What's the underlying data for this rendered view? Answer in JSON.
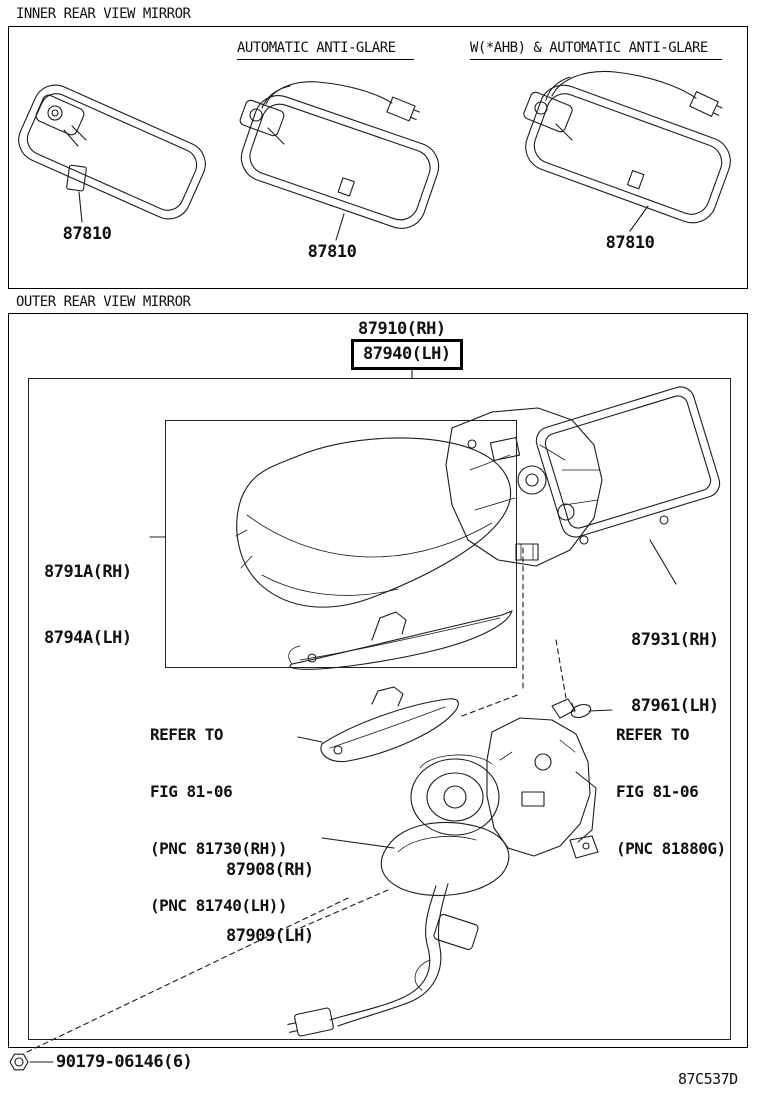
{
  "page": {
    "footer_code": "87C537D"
  },
  "inner": {
    "title": "INNER REAR VIEW MIRROR",
    "variant2_label": "AUTOMATIC ANTI-GLARE",
    "variant3_label": "W(*AHB) & AUTOMATIC ANTI-GLARE",
    "part1": "87810",
    "part2": "87810",
    "part3": "87810"
  },
  "outer": {
    "title": "OUTER REAR VIEW MIRROR",
    "part_rh": "87910(RH)",
    "part_lh": "87940(LH)",
    "cover_rh": "8791A(RH)",
    "cover_lh": "8794A(LH)",
    "glass_rh": "87931(RH)",
    "glass_lh": "87961(LH)",
    "refer_left_1": "REFER TO",
    "refer_left_2": "FIG 81-06",
    "refer_left_3": "(PNC 81730(RH))",
    "refer_left_4": "(PNC 81740(LH))",
    "refer_right_1": "REFER TO",
    "refer_right_2": "FIG 81-06",
    "refer_right_3": "(PNC 81880G)",
    "actuator_rh": "87908(RH)",
    "actuator_lh": "87909(LH)",
    "nut_part": "90179-06146(6)"
  }
}
